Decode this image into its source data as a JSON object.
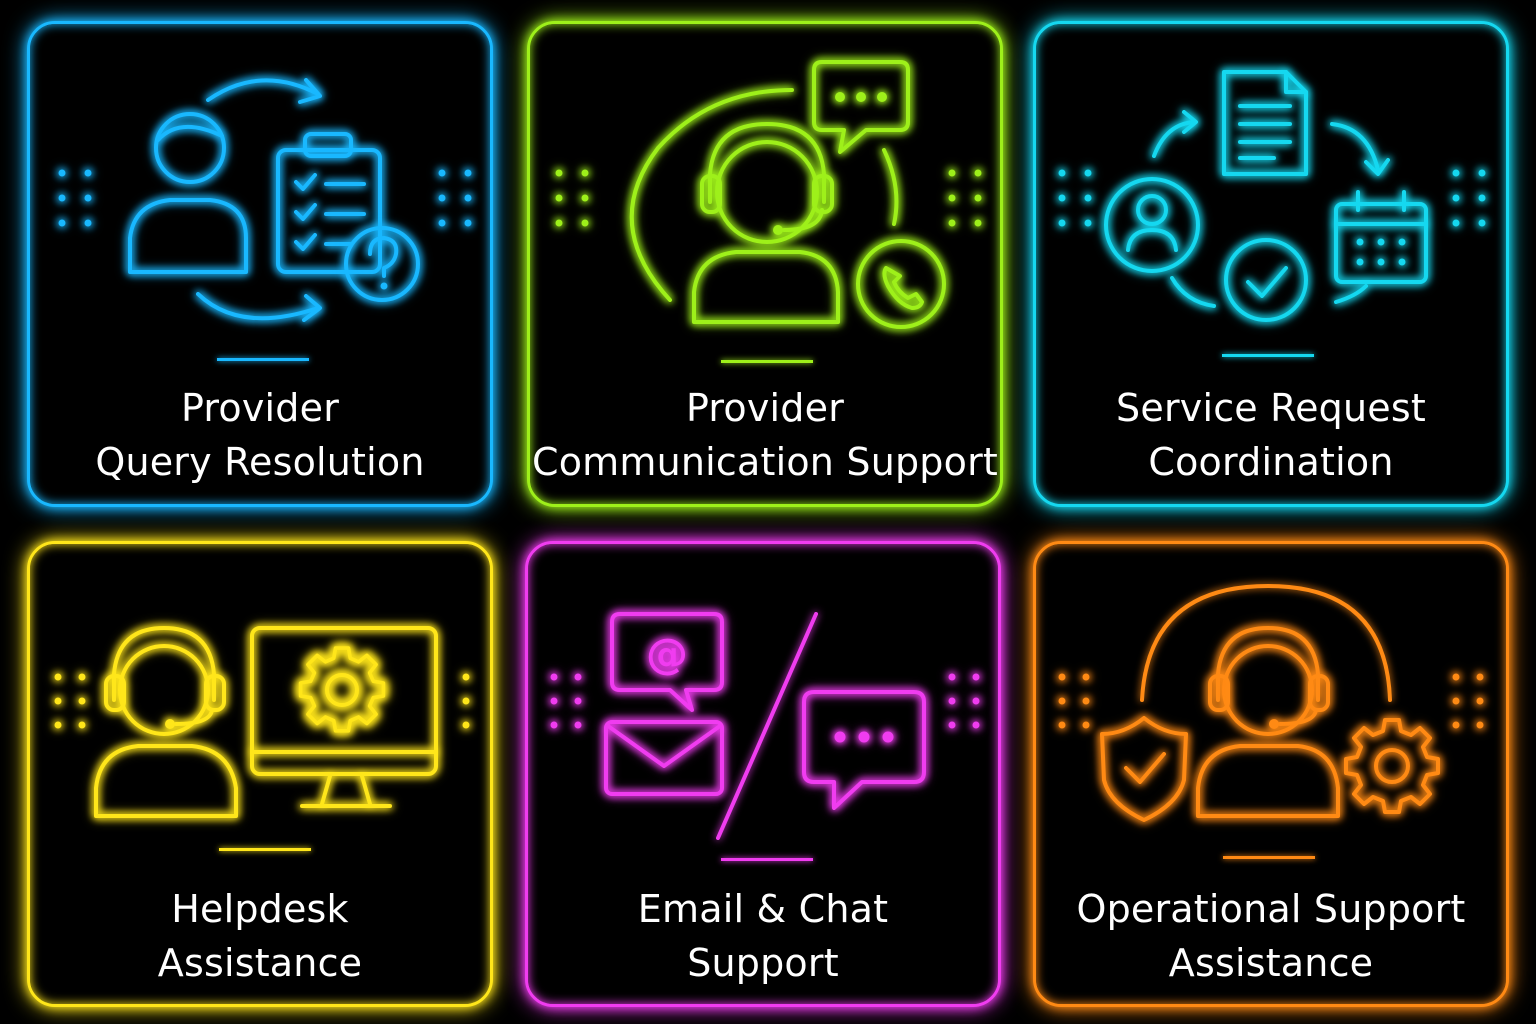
{
  "cards": [
    {
      "id": "provider-query-resolution",
      "color": "#19b8ff",
      "line1": "Provider",
      "line2": "Query Resolution",
      "icons": [
        "user-icon",
        "clipboard-checklist-icon",
        "question-icon",
        "cycle-arrows-icon"
      ]
    },
    {
      "id": "provider-communication-support",
      "color": "#9ef01a",
      "line1": "Provider",
      "line2": "Communication Support",
      "icons": [
        "headset-agent-icon",
        "chat-bubble-icon",
        "phone-icon"
      ]
    },
    {
      "id": "service-request-coordination",
      "color": "#15d8f0",
      "line1": "Service Request",
      "line2": "Coordination",
      "icons": [
        "document-icon",
        "user-circle-icon",
        "check-circle-icon",
        "calendar-icon",
        "cycle-arrows-icon"
      ]
    },
    {
      "id": "helpdesk-assistance",
      "color": "#ffe61a",
      "line1": "Helpdesk",
      "line2": "Assistance",
      "icons": [
        "headset-agent-icon",
        "monitor-gear-icon"
      ]
    },
    {
      "id": "email-chat-support",
      "color": "#f03cf0",
      "line1": "Email & Chat",
      "line2": "Support",
      "icons": [
        "email-bubble-icon",
        "envelope-icon",
        "chat-bubble-icon"
      ]
    },
    {
      "id": "operational-support-assistance",
      "color": "#ff8a14",
      "line1": "Operational Support",
      "line2": "Assistance",
      "icons": [
        "headset-agent-icon",
        "shield-check-icon",
        "gear-icon"
      ]
    }
  ],
  "email_symbol": "@"
}
